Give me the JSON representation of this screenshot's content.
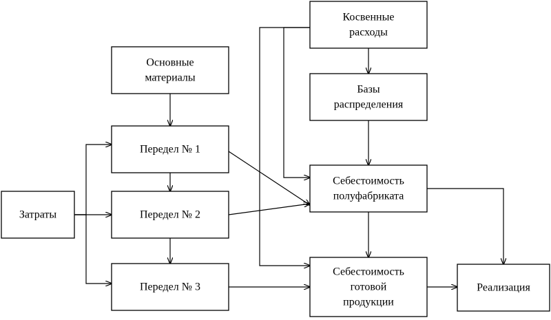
{
  "diagram": {
    "nodes": {
      "zatraty": {
        "lines": [
          "Затраты"
        ]
      },
      "osnovnye": {
        "lines": [
          "Основные",
          "материалы"
        ]
      },
      "peredel1": {
        "lines": [
          "Передел № 1"
        ]
      },
      "peredel2": {
        "lines": [
          "Передел № 2"
        ]
      },
      "peredel3": {
        "lines": [
          "Передел № 3"
        ]
      },
      "kosvennye": {
        "lines": [
          "Косвенные",
          "расходы"
        ]
      },
      "bazy": {
        "lines": [
          "Базы",
          "распределения"
        ]
      },
      "sebest_pf": {
        "lines": [
          "Себестоимость",
          "полуфабриката"
        ]
      },
      "sebest_gp": {
        "lines": [
          "Себестоимость",
          "готовой",
          "продукции"
        ]
      },
      "realizaciya": {
        "lines": [
          "Реализация"
        ]
      }
    },
    "edges": [
      {
        "from": "zatraty",
        "to": "peredel1"
      },
      {
        "from": "zatraty",
        "to": "peredel2"
      },
      {
        "from": "zatraty",
        "to": "peredel3"
      },
      {
        "from": "osnovnye",
        "to": "peredel1"
      },
      {
        "from": "peredel1",
        "to": "peredel2"
      },
      {
        "from": "peredel2",
        "to": "peredel3"
      },
      {
        "from": "peredel1",
        "to": "sebest_pf"
      },
      {
        "from": "peredel2",
        "to": "sebest_pf"
      },
      {
        "from": "peredel3",
        "to": "sebest_gp"
      },
      {
        "from": "kosvennye",
        "to": "bazy"
      },
      {
        "from": "bazy",
        "to": "sebest_pf"
      },
      {
        "from": "kosvennye",
        "to": "sebest_pf"
      },
      {
        "from": "kosvennye",
        "to": "sebest_gp"
      },
      {
        "from": "sebest_pf",
        "to": "sebest_gp"
      },
      {
        "from": "sebest_pf",
        "to": "realizaciya"
      },
      {
        "from": "sebest_gp",
        "to": "realizaciya"
      }
    ]
  }
}
